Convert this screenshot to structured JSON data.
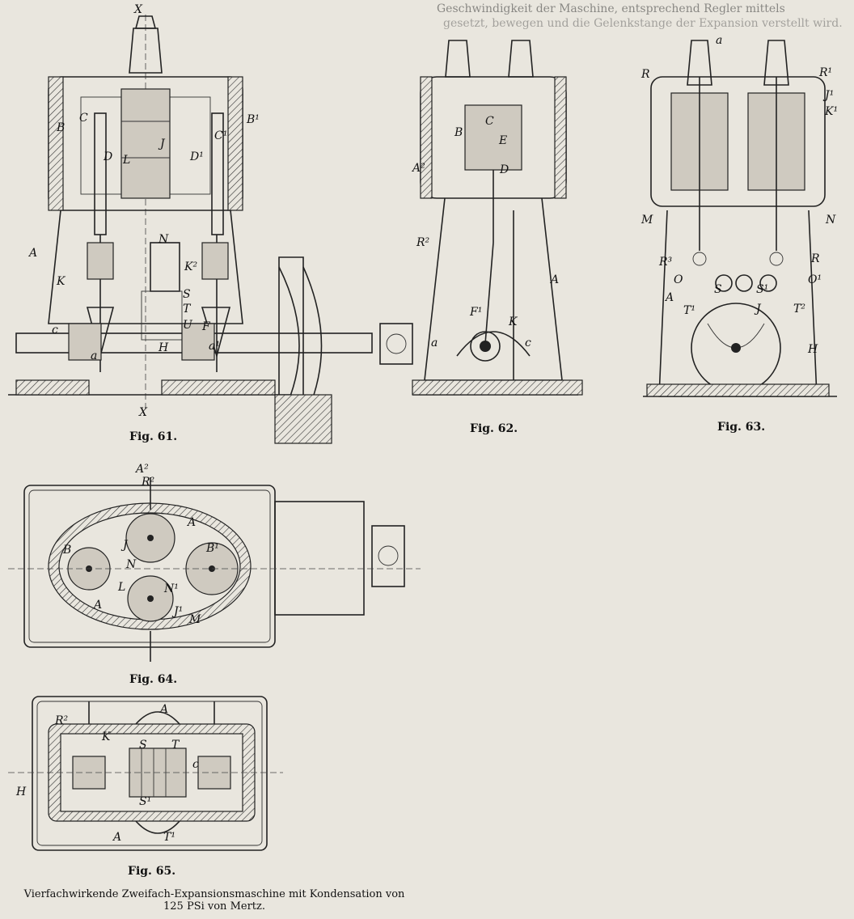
{
  "background_text": {
    "line1": "gesetzt, bewegen und die Gelenkstange der Expansion verstellt wird.",
    "line2": "Geschwindigkeit der Maschine, entsprechend Regler mittels"
  },
  "figures": {
    "fig61": {
      "caption": "Fig. 61.",
      "labels": [
        "X",
        "B",
        "C",
        "D",
        "J",
        "D¹",
        "C¹",
        "B¹",
        "L",
        "A",
        "K",
        "N",
        "K²",
        "S",
        "T",
        "U",
        "F",
        "H",
        "c",
        "a",
        "a¹",
        "X"
      ]
    },
    "fig62": {
      "caption": "Fig. 62.",
      "labels": [
        "B",
        "C",
        "E",
        "D",
        "A²",
        "R²",
        "A",
        "F¹",
        "K",
        "a",
        "c"
      ]
    },
    "fig63": {
      "caption": "Fig. 63.",
      "labels": [
        "a",
        "R",
        "R¹",
        "J¹",
        "K¹",
        "M",
        "N",
        "R³",
        "R",
        "O",
        "O¹",
        "A",
        "S",
        "S¹",
        "T¹",
        "T²",
        "H",
        "J"
      ]
    },
    "fig64": {
      "caption": "Fig. 64.",
      "labels": [
        "A²",
        "R²",
        "A",
        "J",
        "B¹",
        "B",
        "N",
        "L",
        "N¹",
        "J¹",
        "A",
        "M"
      ]
    },
    "fig65": {
      "caption": "Fig. 65.",
      "labels": [
        "R²",
        "A",
        "K",
        "S",
        "S¹",
        "T",
        "H",
        "A",
        "T¹",
        "c"
      ]
    }
  },
  "main_caption": {
    "line1": "Vierfachwirkende Zweifach-Expansionsmaschine mit Kondensation von",
    "line2": "125 PSi von Mertz."
  }
}
